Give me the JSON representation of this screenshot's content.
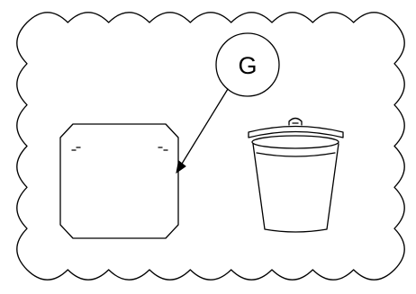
{
  "diagram": {
    "callout_label": "G",
    "colors": {
      "line": "#000000",
      "background": "#ffffff"
    },
    "elements": [
      {
        "name": "cloud-border",
        "kind": "scalloped frame"
      },
      {
        "name": "panel-item",
        "kind": "octagonal panel with small marks at top corners"
      },
      {
        "name": "trash-can-icon",
        "kind": "trash can with lid and handle"
      },
      {
        "name": "callout",
        "kind": "circled letter with leader arrow pointing to panel"
      }
    ]
  }
}
